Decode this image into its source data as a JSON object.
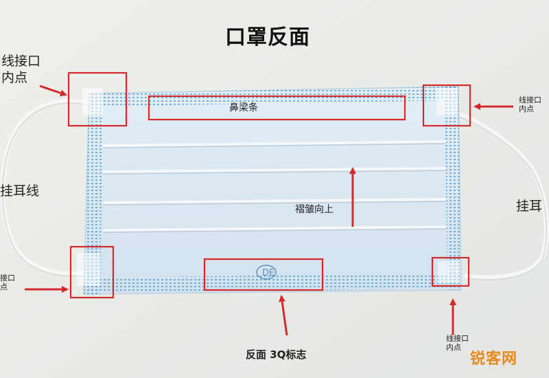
{
  "title": "口罩反面",
  "labels": {
    "left_top_anchor": "线接口\n内点",
    "nose_bar": "鼻梁条",
    "right_top_anchor": "线接口\n内点",
    "left_ear_loop": "挂耳线",
    "right_ear_loop": "挂耳",
    "pleats_up": "褶皱向上",
    "left_bottom_anchor": "接口\n点",
    "mark_3q": "反面  3Q标志",
    "right_bottom_anchor": "线接口\n内点",
    "mask_logo": "DE"
  },
  "watermark": "锐客网",
  "colors": {
    "annotation_red": "#d32a2a",
    "background": "#e9ebe7",
    "mask_fabric": "#d9e7f2",
    "mask_edge_dots": "#4c9fd2",
    "watermark": "#e8891a"
  }
}
